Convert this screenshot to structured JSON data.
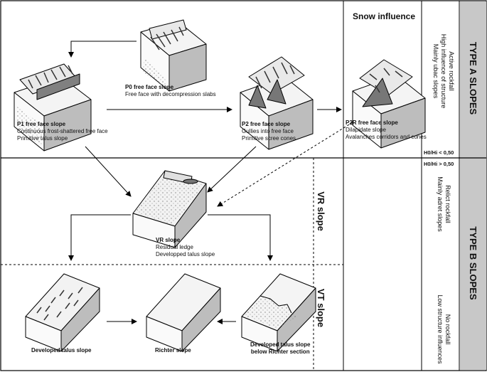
{
  "header": {
    "snow_influence": "Snow influence"
  },
  "type_a": {
    "title": "TYPE A SLOPES",
    "lines": [
      "Active rockfall",
      "High influence of structure",
      "Mainly ubac slopes"
    ],
    "threshold": "H0/Hi < 0,50"
  },
  "type_b": {
    "title": "TYPE B SLOPES",
    "threshold": "H0/Hi > 0,50",
    "relict": [
      "Relict rockfall",
      "Mainly adret slopes"
    ],
    "no_rockfall": [
      "No rockfall",
      "Low structure influences"
    ]
  },
  "sections": {
    "vr": "VR slope",
    "vt": "VT slope"
  },
  "slopes": {
    "p0": {
      "title": "P0 free face slope",
      "lines": [
        "Free face with decompression slabs"
      ]
    },
    "p1": {
      "title": "P1 free face slope",
      "lines": [
        "Continuous frost-shattered  free face",
        "Primitive talus slope"
      ]
    },
    "p2": {
      "title": "P2 free face slope",
      "lines": [
        "Gullies into free face",
        "Primitive scree cones"
      ]
    },
    "p2r": {
      "title": "P2R free face slope",
      "lines": [
        "Dilapidate slope",
        "Avalanches corridors and cones"
      ]
    },
    "vr": {
      "title": "VR slope",
      "lines": [
        "Residual ledge",
        "Developped talus slope"
      ]
    },
    "developed": {
      "title": "Developed talus slope"
    },
    "richter": {
      "title": "Richter slope"
    },
    "below_richter": {
      "title": "Developed talus slope",
      "line2": "below Richter section"
    }
  }
}
